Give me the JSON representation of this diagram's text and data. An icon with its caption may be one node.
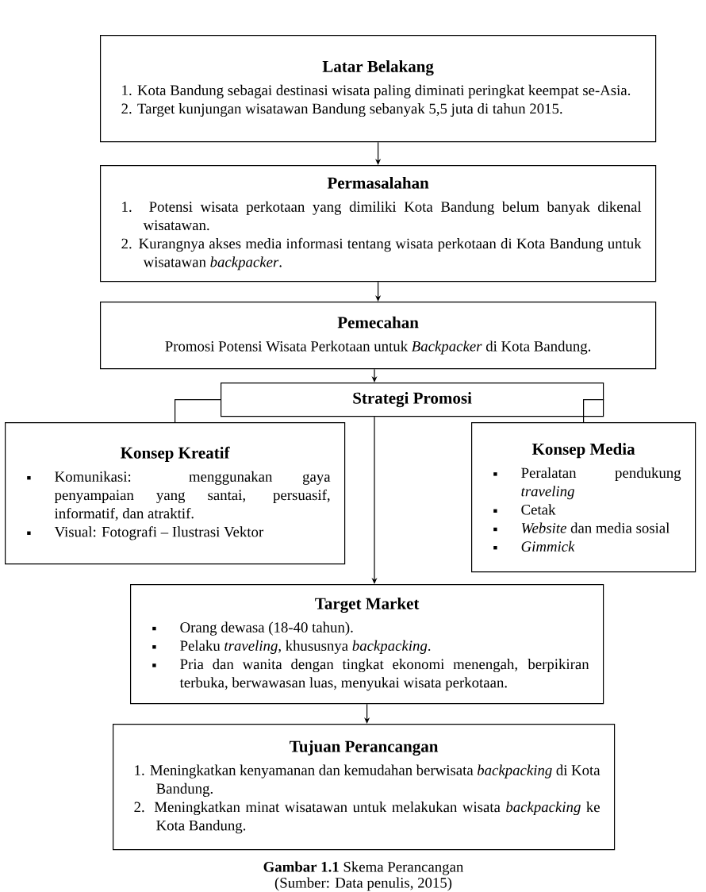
{
  "diagram": {
    "caption": "**Gambar 1.1** Skema Perancangan",
    "nodes": [
      {
        "text": [
          "Latar Belakang",
          "1. Kota Bandung sebagai destinasi wisata paling diminati peringkat keempat se-Asia.",
          "2. Target kunjungan wisatawan Bandung sebanyak 5,5 juta di tahun 2015."
        ]
      },
      {
        "text": [
          "Permasalahan",
          "1. Potensi wisata perkotaan yang dimiliki Kota Bandung belum banyak dikenal wisatawan.",
          "2. Kurangnya akses media informasi tentang wisata perkotaan di Kota Bandung untuk wisatawan *backpacker*."
        ]
      },
      {
        "text": [
          "Pemecahan",
          "Promosi Potensi Wisata Perkotaan untuk *Backpacker* di Kota Bandung."
        ]
      },
      {
        "text": [
          "Strategi Promosi"
        ]
      },
      {
        "text": [
          "Konsep Kreatif",
          "Komunikasi: menggunakan gaya penyampaian yang santai, persuasif, informatif, dan atraktif.",
          "Visual: Fotografi – Ilustrasi Vektor"
        ]
      },
      {
        "text": [
          "Konsep Media",
          "Peralatan pendukung *traveling*",
          "Cetak",
          "*Website* dan media sosial",
          "*Gimmick*"
        ]
      },
      {
        "text": [
          "Target Market",
          "Orang dewasa (18-40 tahun).",
          "Pelaku *traveling*, khususnya *backpacking*.",
          "Pria dan wanita dengan tingkat ekonomi menengah, berpikiran terbuka, berwawasan luas, menyukai wisata perkotaan."
        ]
      },
      {
        "text": [
          "Tujuan Perancangan",
          "1. Meningkatkan kenyamanan dan kemudahan berwisata *backpacking* di Kota Bandung.",
          "2. Meningkatkan minat wisatawan untuk melakukan wisata *backpacking* ke Kota Bandung."
        ]
      }
    ],
    "edges": [
      {
        "from": 0,
        "to": 1,
        "arrow": "to"
      },
      {
        "from": 1,
        "to": 2,
        "arrow": "to"
      },
      {
        "from": 2,
        "to": 3,
        "arrow": "to"
      },
      {
        "from": 3,
        "to": 4,
        "arrow": "none"
      },
      {
        "from": 3,
        "to": 5,
        "arrow": "none"
      },
      {
        "from": 3,
        "to": 6,
        "arrow": "to"
      },
      {
        "from": 6,
        "to": 7,
        "arrow": "to"
      }
    ],
    "labels": [
      "(Sumber: Data penulis, 2015)"
    ]
  }
}
